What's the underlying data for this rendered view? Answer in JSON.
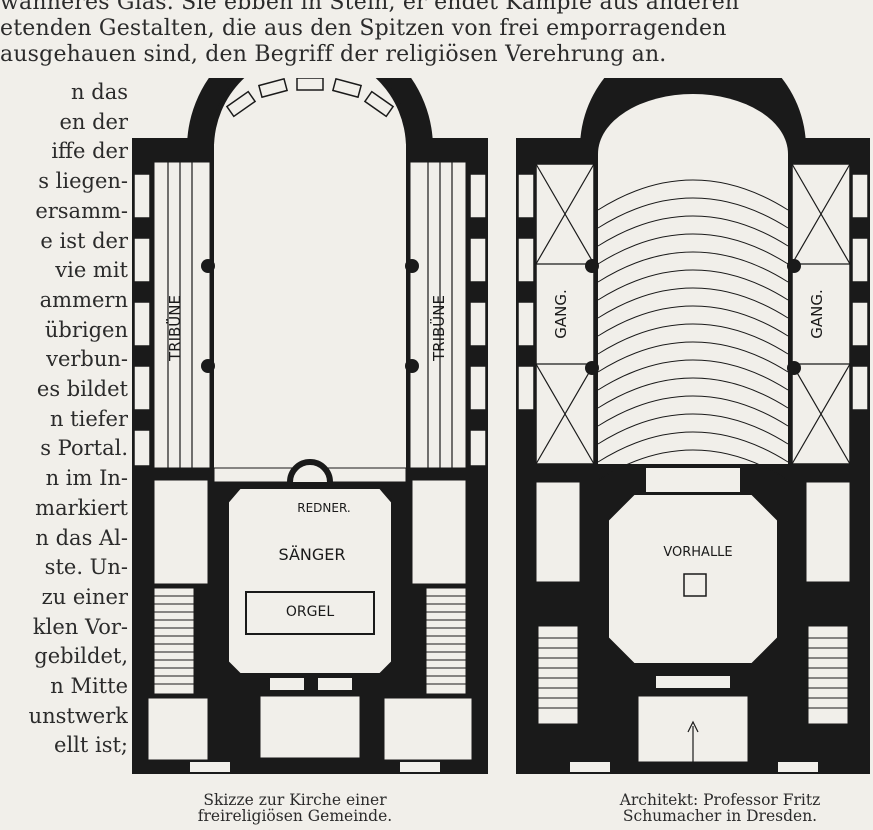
{
  "header_text": {
    "line1": "wanneres Glas. Sie ebben in Stein, er endet Kämpfe aus anderen",
    "line2": "etenden Gestalten, die aus den Spitzen von frei emporragenden",
    "line3": "ausgehauen sind, den Begriff der religiösen Verehrung an."
  },
  "column_lines": [
    "n das",
    "en der",
    "iffe der",
    "s liegen-",
    "ersamm-",
    "e ist der",
    "vie   mit",
    "ammern",
    "übrigen",
    "verbun-",
    "es bildet",
    "n    tiefer",
    "s Portal.",
    "n im In-",
    "markiert",
    "n das Al-",
    "ste.  Un-",
    "zu einer",
    "klen Vor-",
    "gebildet,",
    "n   Mitte",
    "unstwerk",
    "ellt ist;"
  ],
  "plan_left": {
    "label_tribune": "TRIBÜNE",
    "label_redner": "REDNER.",
    "label_saenger": "SÄNGER",
    "label_orgel": "ORGEL"
  },
  "plan_right": {
    "label_gang": "GANG.",
    "label_vorhalle": "VORHALLE"
  },
  "captions": {
    "left_1": "Skizze zur Kirche einer",
    "left_2": "freireligiösen Gemeinde.",
    "right_1": "Architekt: Professor Fritz",
    "right_2": "Schumacher in Dresden."
  },
  "colors": {
    "ink": "#1a1a1a",
    "paper": "#f1efea"
  }
}
